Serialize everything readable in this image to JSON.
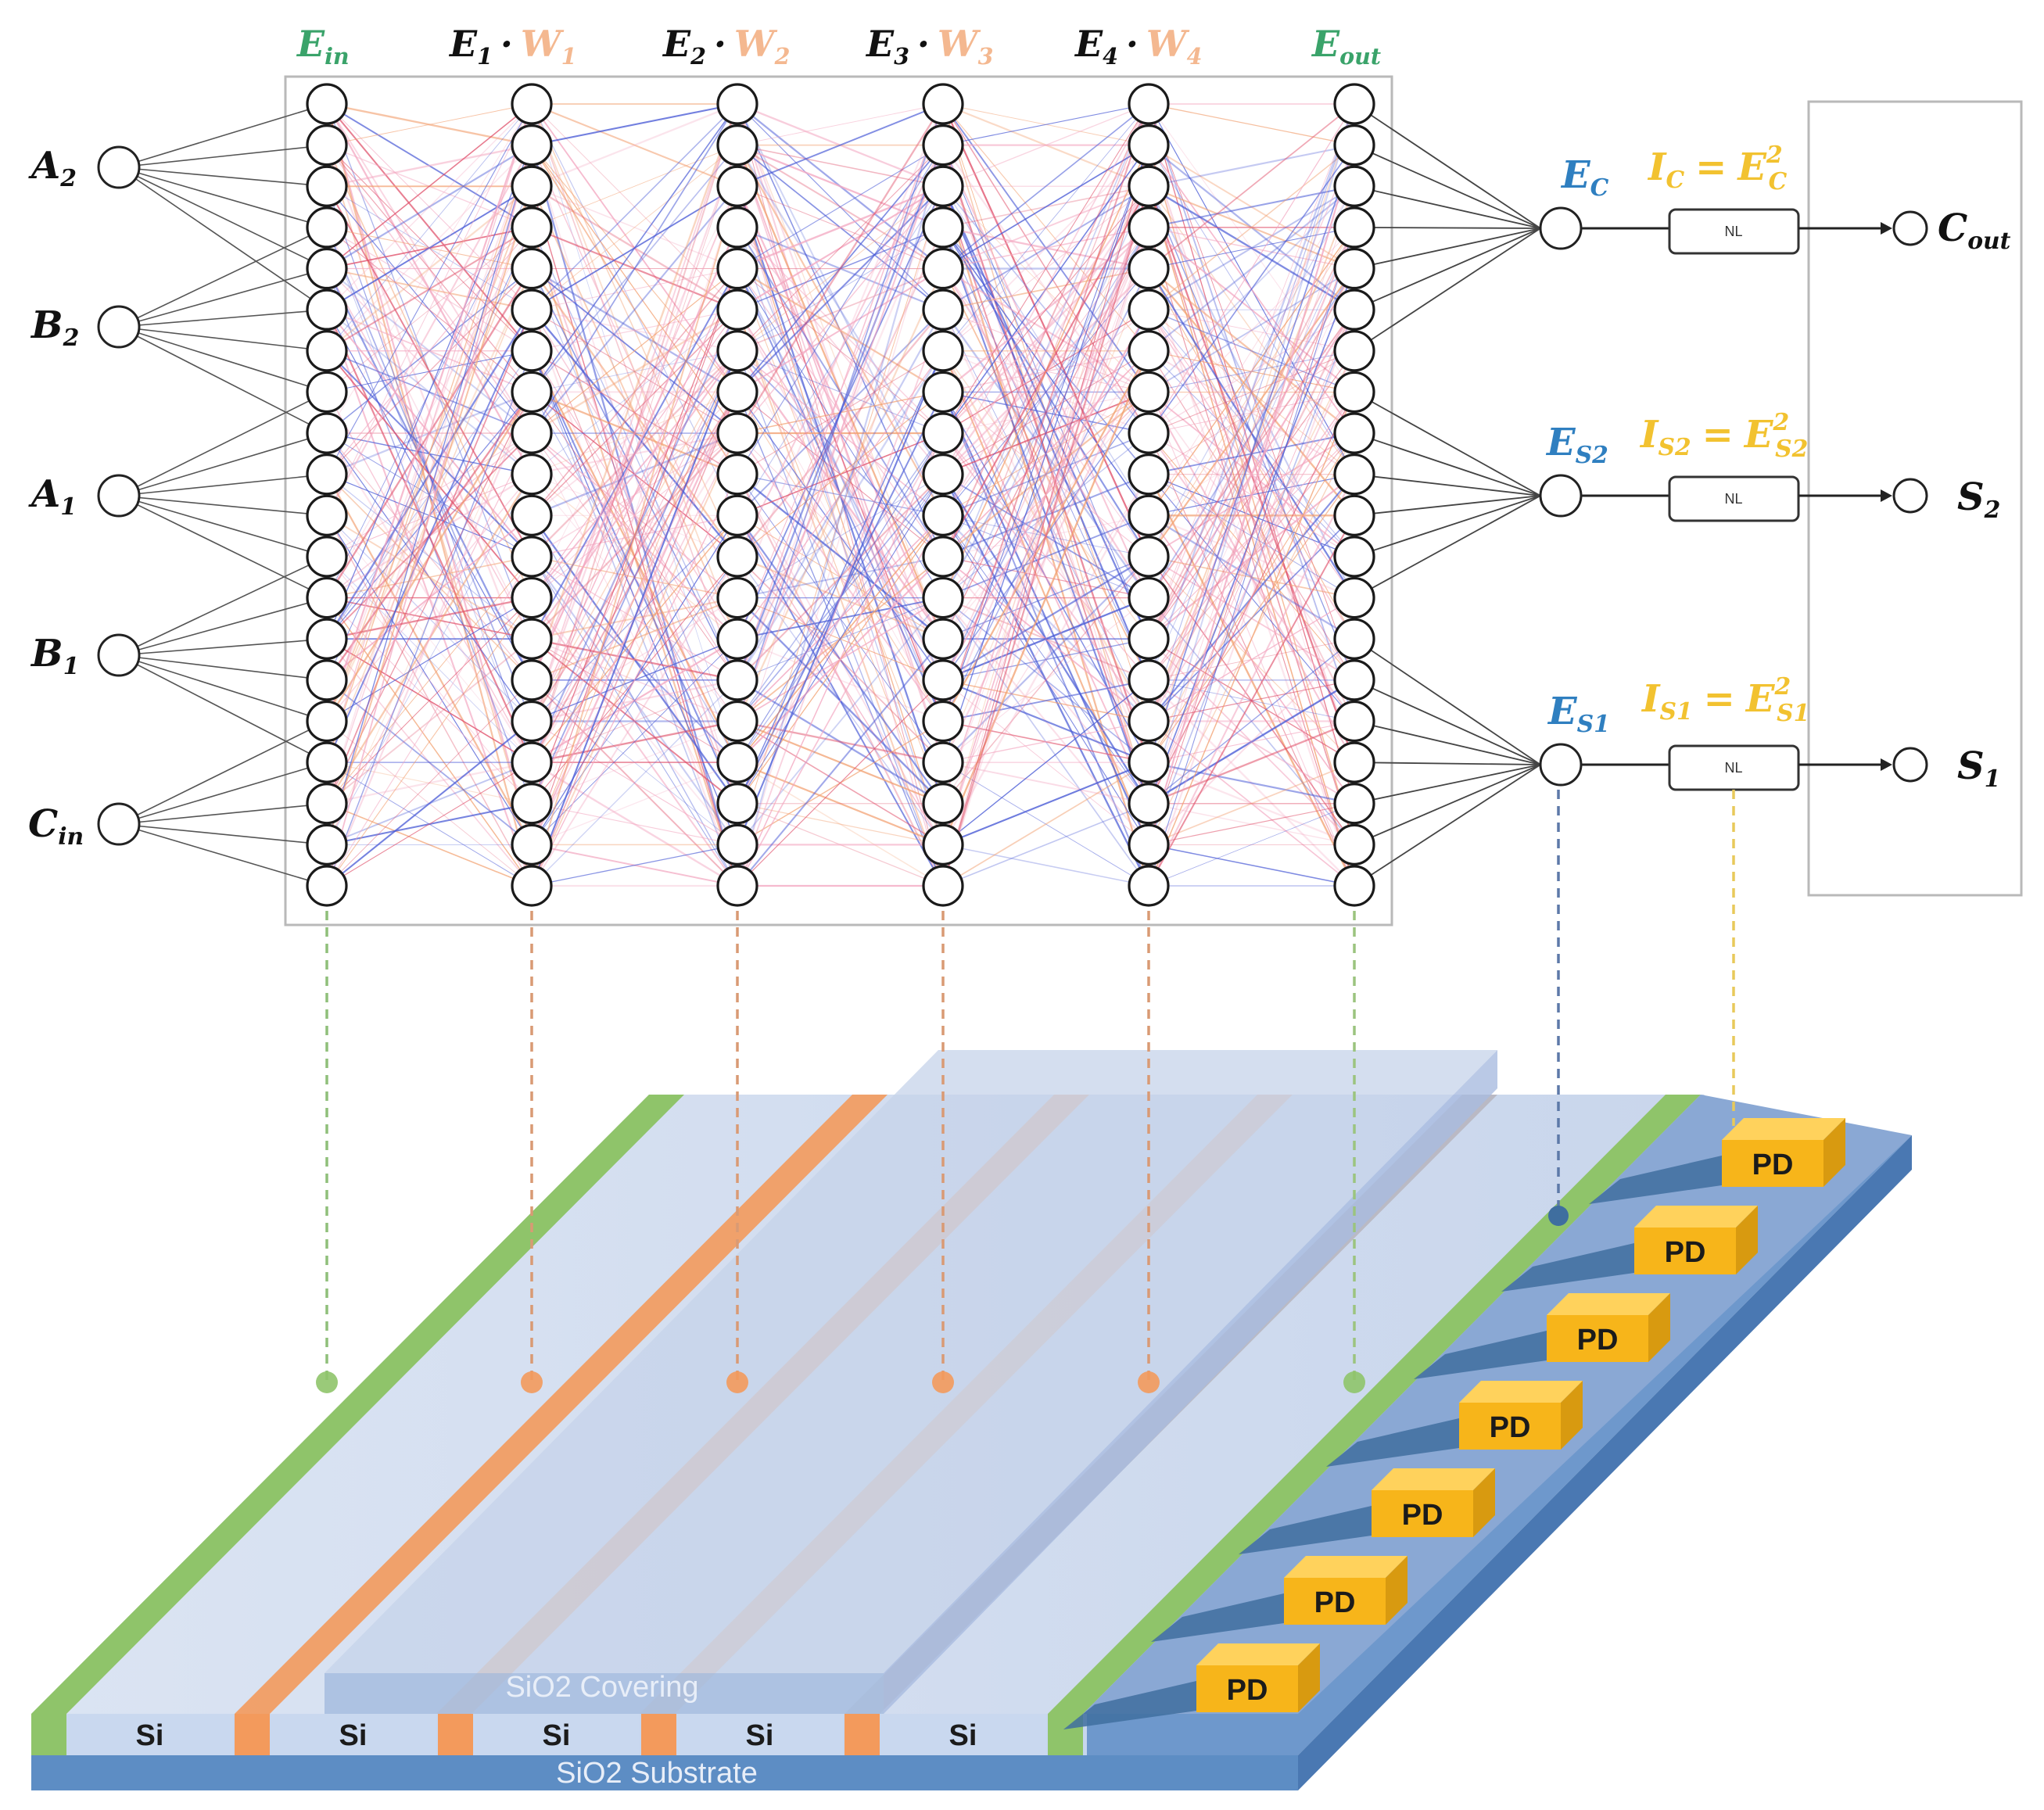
{
  "layers": [
    {
      "base": "E",
      "sub": "in",
      "weight": "",
      "wsub": ""
    },
    {
      "base": "E",
      "sub": "1",
      "weight": "W",
      "wsub": "1"
    },
    {
      "base": "E",
      "sub": "2",
      "weight": "W",
      "wsub": "2"
    },
    {
      "base": "E",
      "sub": "3",
      "weight": "W",
      "wsub": "3"
    },
    {
      "base": "E",
      "sub": "4",
      "weight": "W",
      "wsub": "4"
    },
    {
      "base": "E",
      "sub": "out",
      "weight": "",
      "wsub": ""
    }
  ],
  "layer_dot": "·",
  "inputs": [
    {
      "base": "A",
      "sub": "2"
    },
    {
      "base": "B",
      "sub": "2"
    },
    {
      "base": "A",
      "sub": "1"
    },
    {
      "base": "B",
      "sub": "1"
    },
    {
      "base": "C",
      "sub": "in"
    }
  ],
  "collectors": [
    {
      "e_base": "E",
      "e_sub": "C",
      "i_base": "I",
      "i_sub": "C",
      "i_eq": "=",
      "i_rhs_base": "E",
      "i_rhs_sup": "2",
      "i_rhs_sub": "C",
      "nl": "NL",
      "out_base": "C",
      "out_sub": "out"
    },
    {
      "e_base": "E",
      "e_sub": "S2",
      "i_base": "I",
      "i_sub": "S2",
      "i_eq": "=",
      "i_rhs_base": "E",
      "i_rhs_sup": "2",
      "i_rhs_sub": "S2",
      "nl": "NL",
      "out_base": "S",
      "out_sub": "2"
    },
    {
      "e_base": "E",
      "e_sub": "S1",
      "i_base": "I",
      "i_sub": "S1",
      "i_eq": "=",
      "i_rhs_base": "E",
      "i_rhs_sup": "2",
      "i_rhs_sub": "S1",
      "nl": "NL",
      "out_base": "S",
      "out_sub": "1"
    }
  ],
  "neurons_per_layer": 20,
  "chip": {
    "si_label": "Si",
    "si_count": 5,
    "covering_label": "SiO2 Covering",
    "substrate_label": "SiO2 Substrate",
    "pd_label": "PD",
    "pd_count": 7
  },
  "colors": {
    "green_label": "#3aa36a",
    "orange_label": "#f4b890",
    "blue_label": "#2f7fc0",
    "gold_label": "#f2c230",
    "edge_blue": "#4a5bd6",
    "edge_red": "#e0506a",
    "edge_pink": "#f3a6c0",
    "edge_orange": "#f2a070",
    "green_strip": "#8fc46a",
    "orange_strip": "#f39a5c",
    "grey_strip": "#b6b4bc",
    "sio2_light": "#cdd9ee",
    "sio2_mid": "#a9bfe0",
    "substrate": "#5d8dc4",
    "pd_fill": "#f7b51a"
  }
}
